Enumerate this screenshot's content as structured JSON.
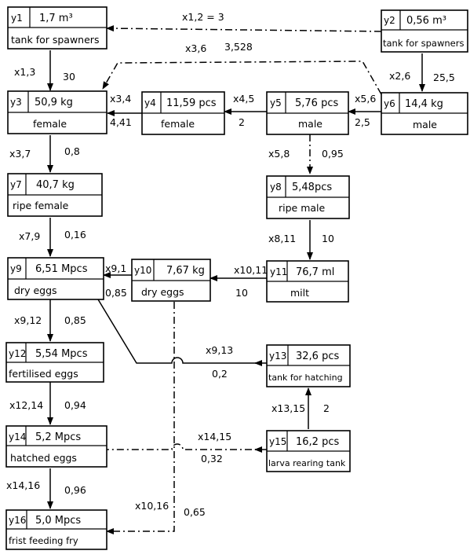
{
  "nodes": [
    {
      "id": "y1",
      "value": "1,7 m³",
      "label": "tank for spawners"
    },
    {
      "id": "y2",
      "value": "0,56 m³",
      "label": "tank for spawners"
    },
    {
      "id": "y3",
      "value": "50,9 kg",
      "label": "female"
    },
    {
      "id": "y4",
      "value": "11,59 pcs",
      "label": "female"
    },
    {
      "id": "y5",
      "value": "5,76 pcs",
      "label": "male"
    },
    {
      "id": "y6",
      "value": "14,4 kg",
      "label": "male"
    },
    {
      "id": "y7",
      "value": "40,7 kg",
      "label": "ripe female"
    },
    {
      "id": "y8",
      "value": "5,48pcs",
      "label": "ripe male"
    },
    {
      "id": "y9",
      "value": "6,51 Mpcs",
      "label": "dry eggs"
    },
    {
      "id": "y10",
      "value": "7,67 kg",
      "label": "dry eggs"
    },
    {
      "id": "y11",
      "value": "76,7 ml",
      "label": "milt"
    },
    {
      "id": "y12",
      "value": "5,54 Mpcs",
      "label": "fertilised eggs"
    },
    {
      "id": "y13",
      "value": "32,6 pcs",
      "label": "tank for hatching"
    },
    {
      "id": "y14",
      "value": "5,2 Mpcs",
      "label": "hatched eggs"
    },
    {
      "id": "y15",
      "value": "16,2 pcs",
      "label": "larva rearing tank"
    },
    {
      "id": "y16",
      "value": "5,0 Mpcs",
      "label": "frist feeding fry"
    }
  ],
  "edges": [
    {
      "coef": "x1,2 = 3",
      "value": ""
    },
    {
      "coef": "x1,3",
      "value": "30"
    },
    {
      "coef": "x3,6",
      "value": "3,528"
    },
    {
      "coef": "x2,6",
      "value": "25,5"
    },
    {
      "coef": "x3,4",
      "value": "4,41"
    },
    {
      "coef": "x4,5",
      "value": "2"
    },
    {
      "coef": "x5,6",
      "value": "2,5"
    },
    {
      "coef": "x3,7",
      "value": "0,8"
    },
    {
      "coef": "x5,8",
      "value": "0,95"
    },
    {
      "coef": "x7,9",
      "value": "0,16"
    },
    {
      "coef": "x8,11",
      "value": "10"
    },
    {
      "coef": "x9,1",
      "value": "0,85"
    },
    {
      "coef": "x10,11",
      "value": "10"
    },
    {
      "coef": "x9,12",
      "value": "0,85"
    },
    {
      "coef": "x9,13",
      "value": "0,2"
    },
    {
      "coef": "x12,14",
      "value": "0,94"
    },
    {
      "coef": "x13,15",
      "value": "2"
    },
    {
      "coef": "x14,15",
      "value": "0,32"
    },
    {
      "coef": "x14,16",
      "value": "0,96"
    },
    {
      "coef": "x10,16",
      "value": "0,65"
    }
  ]
}
